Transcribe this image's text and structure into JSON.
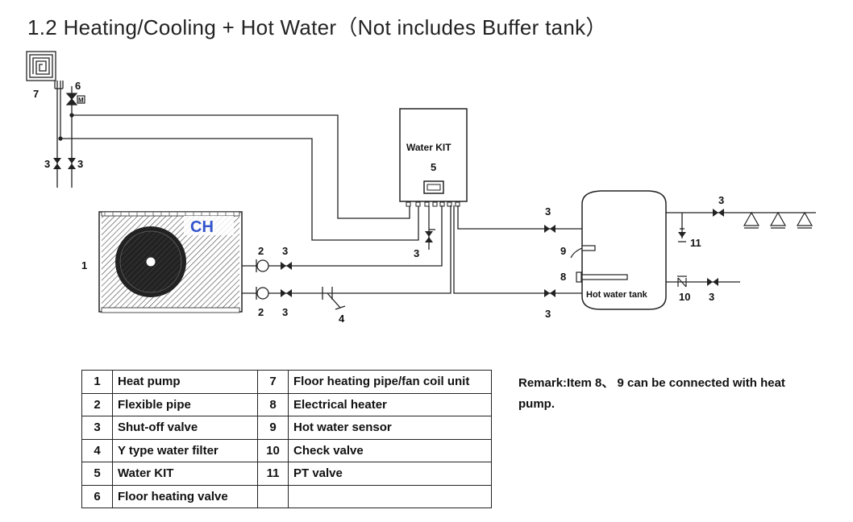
{
  "title": "1.2 Heating/Cooling + Hot Water（Not  includes  Buffer  tank）",
  "diagram": {
    "water_kit_label": "Water KIT",
    "hot_water_tank_label": "Hot water tank",
    "logo_text": "CH",
    "callouts": {
      "c1": "1",
      "c2a": "2",
      "c2b": "2",
      "c3_left_a": "3",
      "c3_left_b": "3",
      "c3_pump_top": "3",
      "c3_pump_bottom": "3",
      "c3_kit": "3",
      "c3_tank_top": "3",
      "c3_tank_bottom": "3",
      "c3_right_top": "3",
      "c3_right_bottom": "3",
      "c4": "4",
      "c5": "5",
      "c6": "6",
      "c7": "7",
      "c8": "8",
      "c9": "9",
      "c10": "10",
      "c11": "11"
    }
  },
  "legend": [
    {
      "num": "1",
      "desc": "Heat pump",
      "num2": "7",
      "desc2": "Floor heating pipe/fan coil unit"
    },
    {
      "num": "2",
      "desc": "Flexible pipe",
      "num2": "8",
      "desc2": "Electrical heater"
    },
    {
      "num": "3",
      "desc": "Shut-off valve",
      "num2": "9",
      "desc2": "Hot water sensor"
    },
    {
      "num": "4",
      "desc": "Y type  water filter",
      "num2": "10",
      "desc2": "Check valve"
    },
    {
      "num": "5",
      "desc": "Water KIT",
      "num2": "11",
      "desc2": "PT  valve"
    },
    {
      "num": "6",
      "desc": "Floor heating valve",
      "num2": "",
      "desc2": ""
    }
  ],
  "remark": "Remark:Item 8、 9 can be connected with heat pump."
}
